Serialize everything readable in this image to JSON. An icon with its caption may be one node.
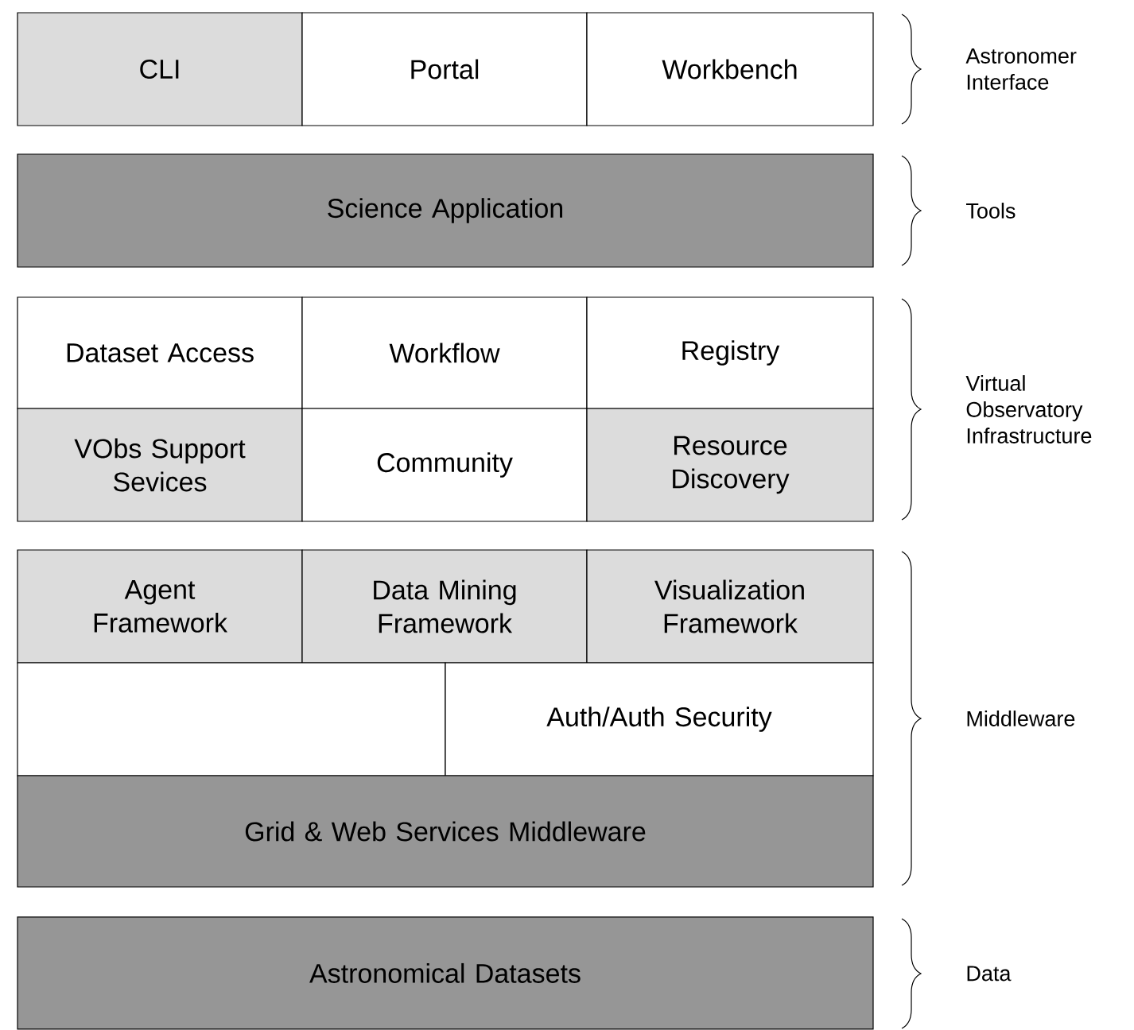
{
  "diagram": {
    "nodes": [
      {
        "text": [
          "CLI"
        ]
      },
      {
        "text": [
          "Portal"
        ]
      },
      {
        "text": [
          "Workbench"
        ]
      },
      {
        "text": [
          "Science Application"
        ]
      },
      {
        "text": [
          "Dataset Access"
        ]
      },
      {
        "text": [
          "Workflow"
        ]
      },
      {
        "text": [
          "Registry"
        ]
      },
      {
        "text": [
          "VObs Support Sevices"
        ]
      },
      {
        "text": [
          "Community"
        ]
      },
      {
        "text": [
          "Resource Discovery"
        ]
      },
      {
        "text": [
          "Agent Framework"
        ]
      },
      {
        "text": [
          "Data Mining Framework"
        ]
      },
      {
        "text": [
          "Visualization Framework"
        ]
      },
      {
        "text": [],
        "shape": "box"
      },
      {
        "text": [
          "Auth/Auth Security"
        ]
      },
      {
        "text": [
          "Grid & Web Services Middleware"
        ]
      },
      {
        "text": [
          "Astronomical Datasets"
        ]
      }
    ],
    "edges": [],
    "labels": [
      "Astronomer Interface",
      "Tools",
      "Virtual Observatory Infrastructure",
      "Middleware",
      "Data"
    ]
  }
}
